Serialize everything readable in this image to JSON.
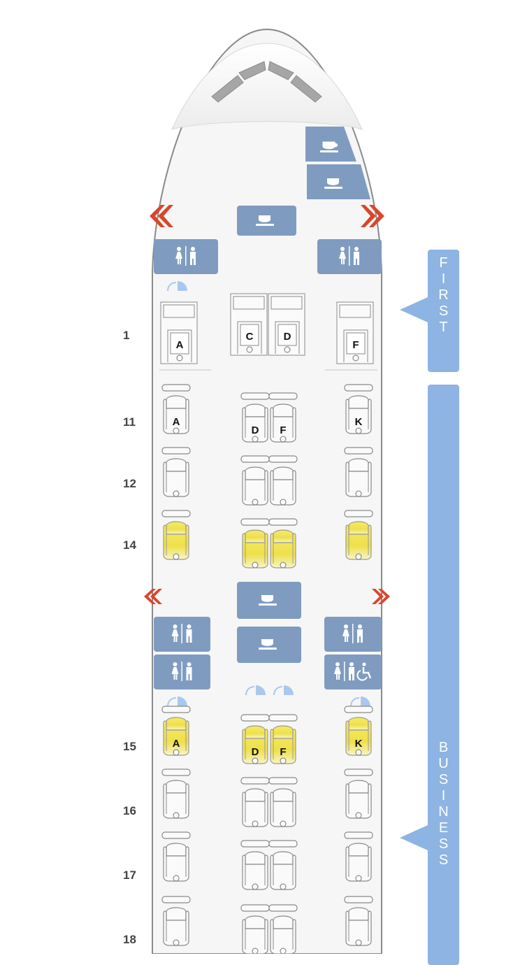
{
  "cabins": {
    "first": {
      "label": "FIRST"
    },
    "business": {
      "label": "BUSINESS"
    }
  },
  "rows": [
    "1",
    "11",
    "12",
    "14",
    "15",
    "16",
    "17",
    "18"
  ],
  "seat_letters": {
    "row_1": [
      "A",
      "C",
      "D",
      "F"
    ],
    "row_11": [
      "A",
      "D",
      "F",
      "K"
    ],
    "row_15": [
      "A",
      "D",
      "F",
      "K"
    ]
  },
  "colors": {
    "fuselage_outline": "#8a8a8a",
    "fuselage_fill": "#f6f6f6",
    "facility_blue": "#7f9cc0",
    "cabin_banner": "#8db4e2",
    "exit_red": "#d9462b",
    "seat_yellow": "#f2e14a",
    "bassinet_blue": "#a9c8ef"
  },
  "legend_icons": [
    "galley-icon",
    "lavatory-icon",
    "accessible-lavatory-icon",
    "exit-arrow-icon",
    "bassinet-icon"
  ],
  "highlighted_seats": [
    "14A",
    "14D",
    "14F",
    "14K",
    "15A",
    "15D",
    "15F",
    "15K"
  ]
}
